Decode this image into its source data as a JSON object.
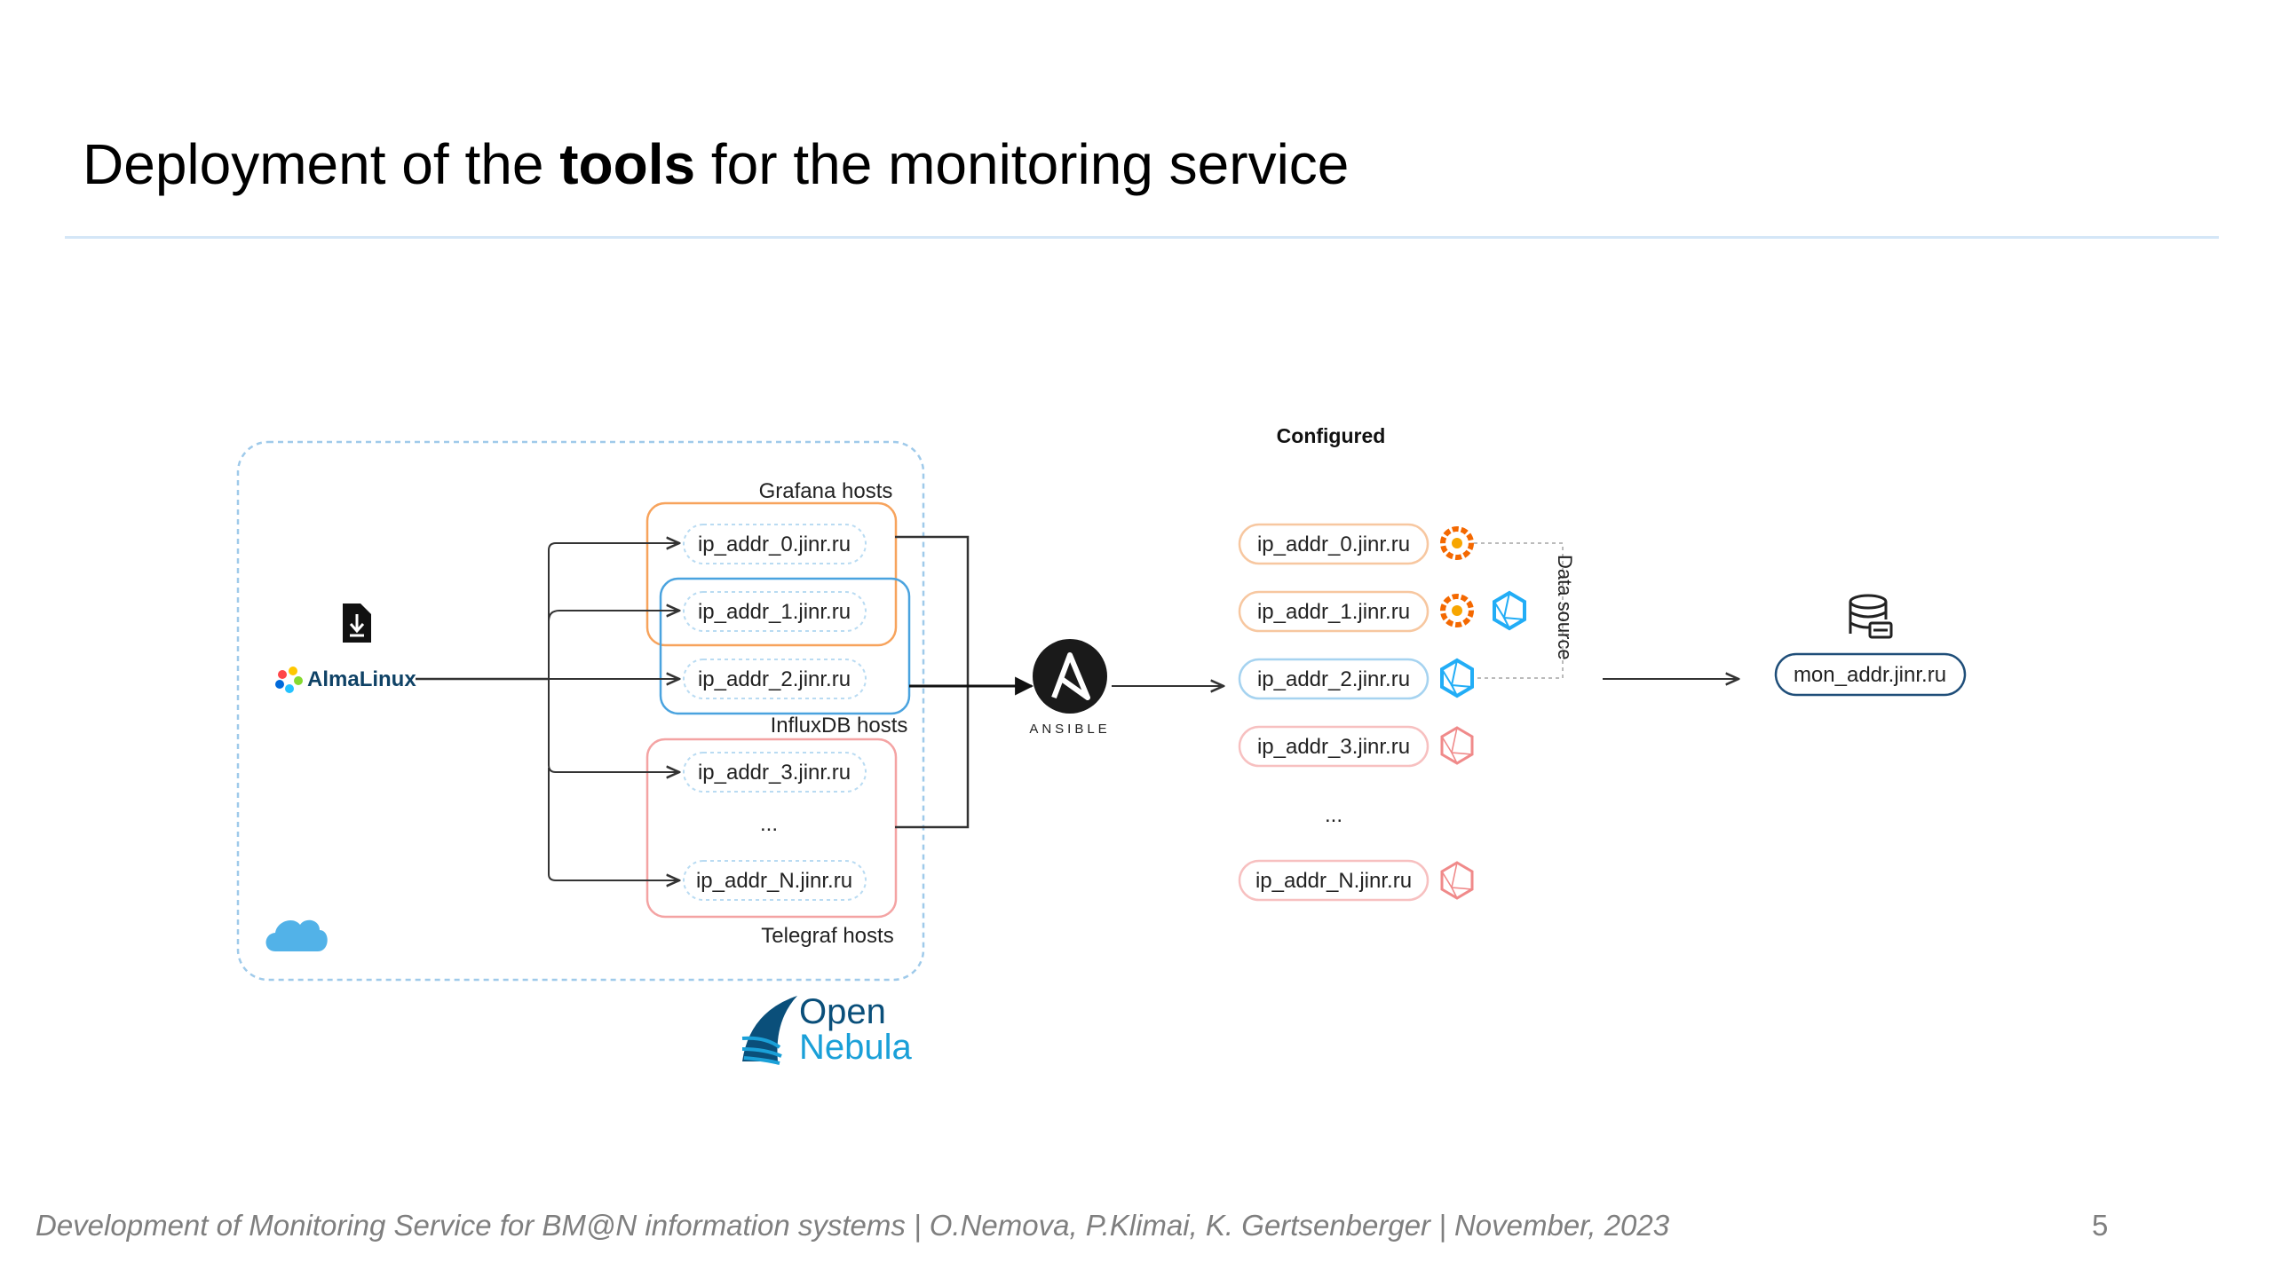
{
  "slide": {
    "title_pre": "Deployment of the ",
    "title_bold": "tools",
    "title_post": " for the monitoring service",
    "footer": "Development of Monitoring Service for BM@N information systems | O.Nemova, P.Klimai, K. Gertsenberger  | November, 2023",
    "page_number": "5"
  },
  "diagram": {
    "source_label": "AlmaLinux",
    "groups": {
      "grafana": "Grafana hosts",
      "influxdb": "InfluxDB hosts",
      "telegraf": "Telegraf hosts"
    },
    "hosts": [
      "ip_addr_0.jinr.ru",
      "ip_addr_1.jinr.ru",
      "ip_addr_2.jinr.ru",
      "ip_addr_3.jinr.ru",
      "ip_addr_N.jinr.ru"
    ],
    "hosts_ellipsis": "...",
    "ansible_label": "ANSIBLE",
    "configured_title": "Configured",
    "configured_hosts": [
      "ip_addr_0.jinr.ru",
      "ip_addr_1.jinr.ru",
      "ip_addr_2.jinr.ru",
      "ip_addr_3.jinr.ru",
      "ip_addr_N.jinr.ru"
    ],
    "configured_ellipsis": "...",
    "data_source_label": "Data source",
    "monitor_host": "mon_addr.jinr.ru",
    "opennebula_line1": "Open",
    "opennebula_line2": "Nebula"
  },
  "colors": {
    "grafana": "#f7a35c",
    "influxdb": "#4aa3df",
    "telegraf": "#f4a3a3",
    "cloud": "#52b2e8",
    "nebula_dark": "#0a4f7a",
    "nebula_light": "#1aa0d8"
  }
}
